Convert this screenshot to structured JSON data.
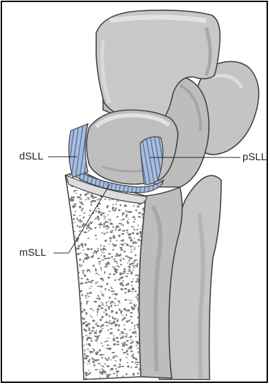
{
  "labels": {
    "dsll": "dSLL",
    "psll": "pSLL",
    "msll": "mSLL"
  },
  "colors": {
    "bone": "#c9c9c9",
    "bone_light": "#dcdcdc",
    "bone_shadow": "#9e9e9e",
    "ligament": "#a9bedf",
    "ligament_stripe": "#5f79a3",
    "outline": "#404040",
    "cancellous": "#7a7a7a"
  }
}
